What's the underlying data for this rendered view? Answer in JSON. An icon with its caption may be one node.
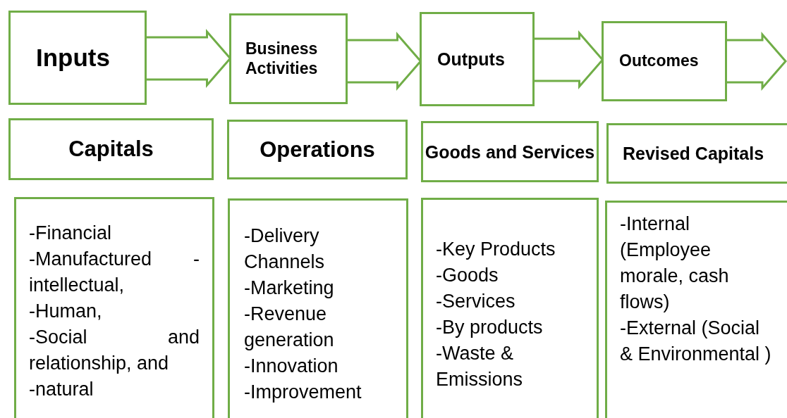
{
  "diagram": {
    "nodes": [
      {
        "text": [
          "Inputs"
        ]
      },
      {
        "text": [
          "Business Activities"
        ]
      },
      {
        "text": [
          "Outputs"
        ]
      },
      {
        "text": [
          "Outcomes"
        ]
      },
      {
        "text": [
          "Capitals"
        ]
      },
      {
        "text": [
          "Operations"
        ]
      },
      {
        "text": [
          "Goods and Services"
        ]
      },
      {
        "text": [
          "Revised Capitals"
        ]
      },
      {
        "text": [
          "-Financial",
          "-Manufactured - intellectual,",
          "-Human,",
          "-Social and relationship, and",
          "-natural"
        ]
      },
      {
        "text": [
          "-Delivery Channels",
          "-Marketing",
          "-Revenue generation",
          "-Innovation",
          "-Improvement"
        ]
      },
      {
        "text": [
          "-Key Products",
          "-Goods",
          "-Services",
          "-By products",
          "-Waste & Emissions"
        ]
      },
      {
        "text": [
          "-Internal (Employee morale, cash flows)",
          "-External (Social & Environmental )"
        ]
      }
    ],
    "edges": [
      {
        "from": 0,
        "to": 1,
        "arrow": "to"
      },
      {
        "from": 1,
        "to": 2,
        "arrow": "to"
      },
      {
        "from": 2,
        "to": 3,
        "arrow": "to"
      },
      {
        "from": 3,
        "to": null,
        "arrow": "to"
      }
    ]
  }
}
